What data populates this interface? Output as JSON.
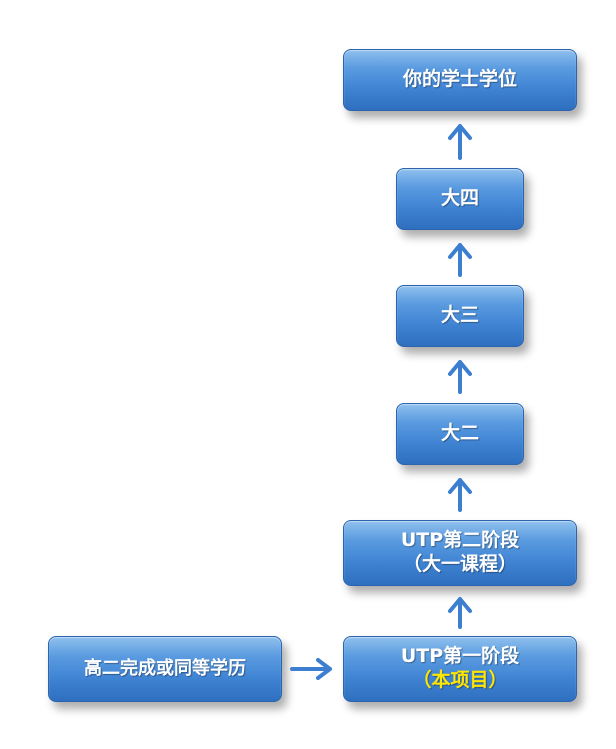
{
  "diagram": {
    "nodes": {
      "degree": {
        "lines": [
          "你的学士学位"
        ]
      },
      "year4": {
        "lines": [
          "大四"
        ]
      },
      "year3": {
        "lines": [
          "大三"
        ]
      },
      "year2": {
        "lines": [
          "大二"
        ]
      },
      "utp2": {
        "lines": [
          "UTP第二阶段",
          "（大一课程）"
        ]
      },
      "utp1": {
        "lines": [
          "UTP第一阶段",
          "（本项目）"
        ]
      },
      "entry": {
        "lines": [
          "高二完成或同等学历"
        ]
      }
    },
    "edges": [
      {
        "from": "entry",
        "to": "utp1"
      },
      {
        "from": "utp1",
        "to": "utp2"
      },
      {
        "from": "utp2",
        "to": "year2"
      },
      {
        "from": "year2",
        "to": "year3"
      },
      {
        "from": "year3",
        "to": "year4"
      },
      {
        "from": "year4",
        "to": "degree"
      }
    ],
    "colors": {
      "box": "#3f83d3",
      "box_text": "#ffffff",
      "highlight_text": "#ffe600",
      "arrow": "#3c7fd0"
    }
  }
}
